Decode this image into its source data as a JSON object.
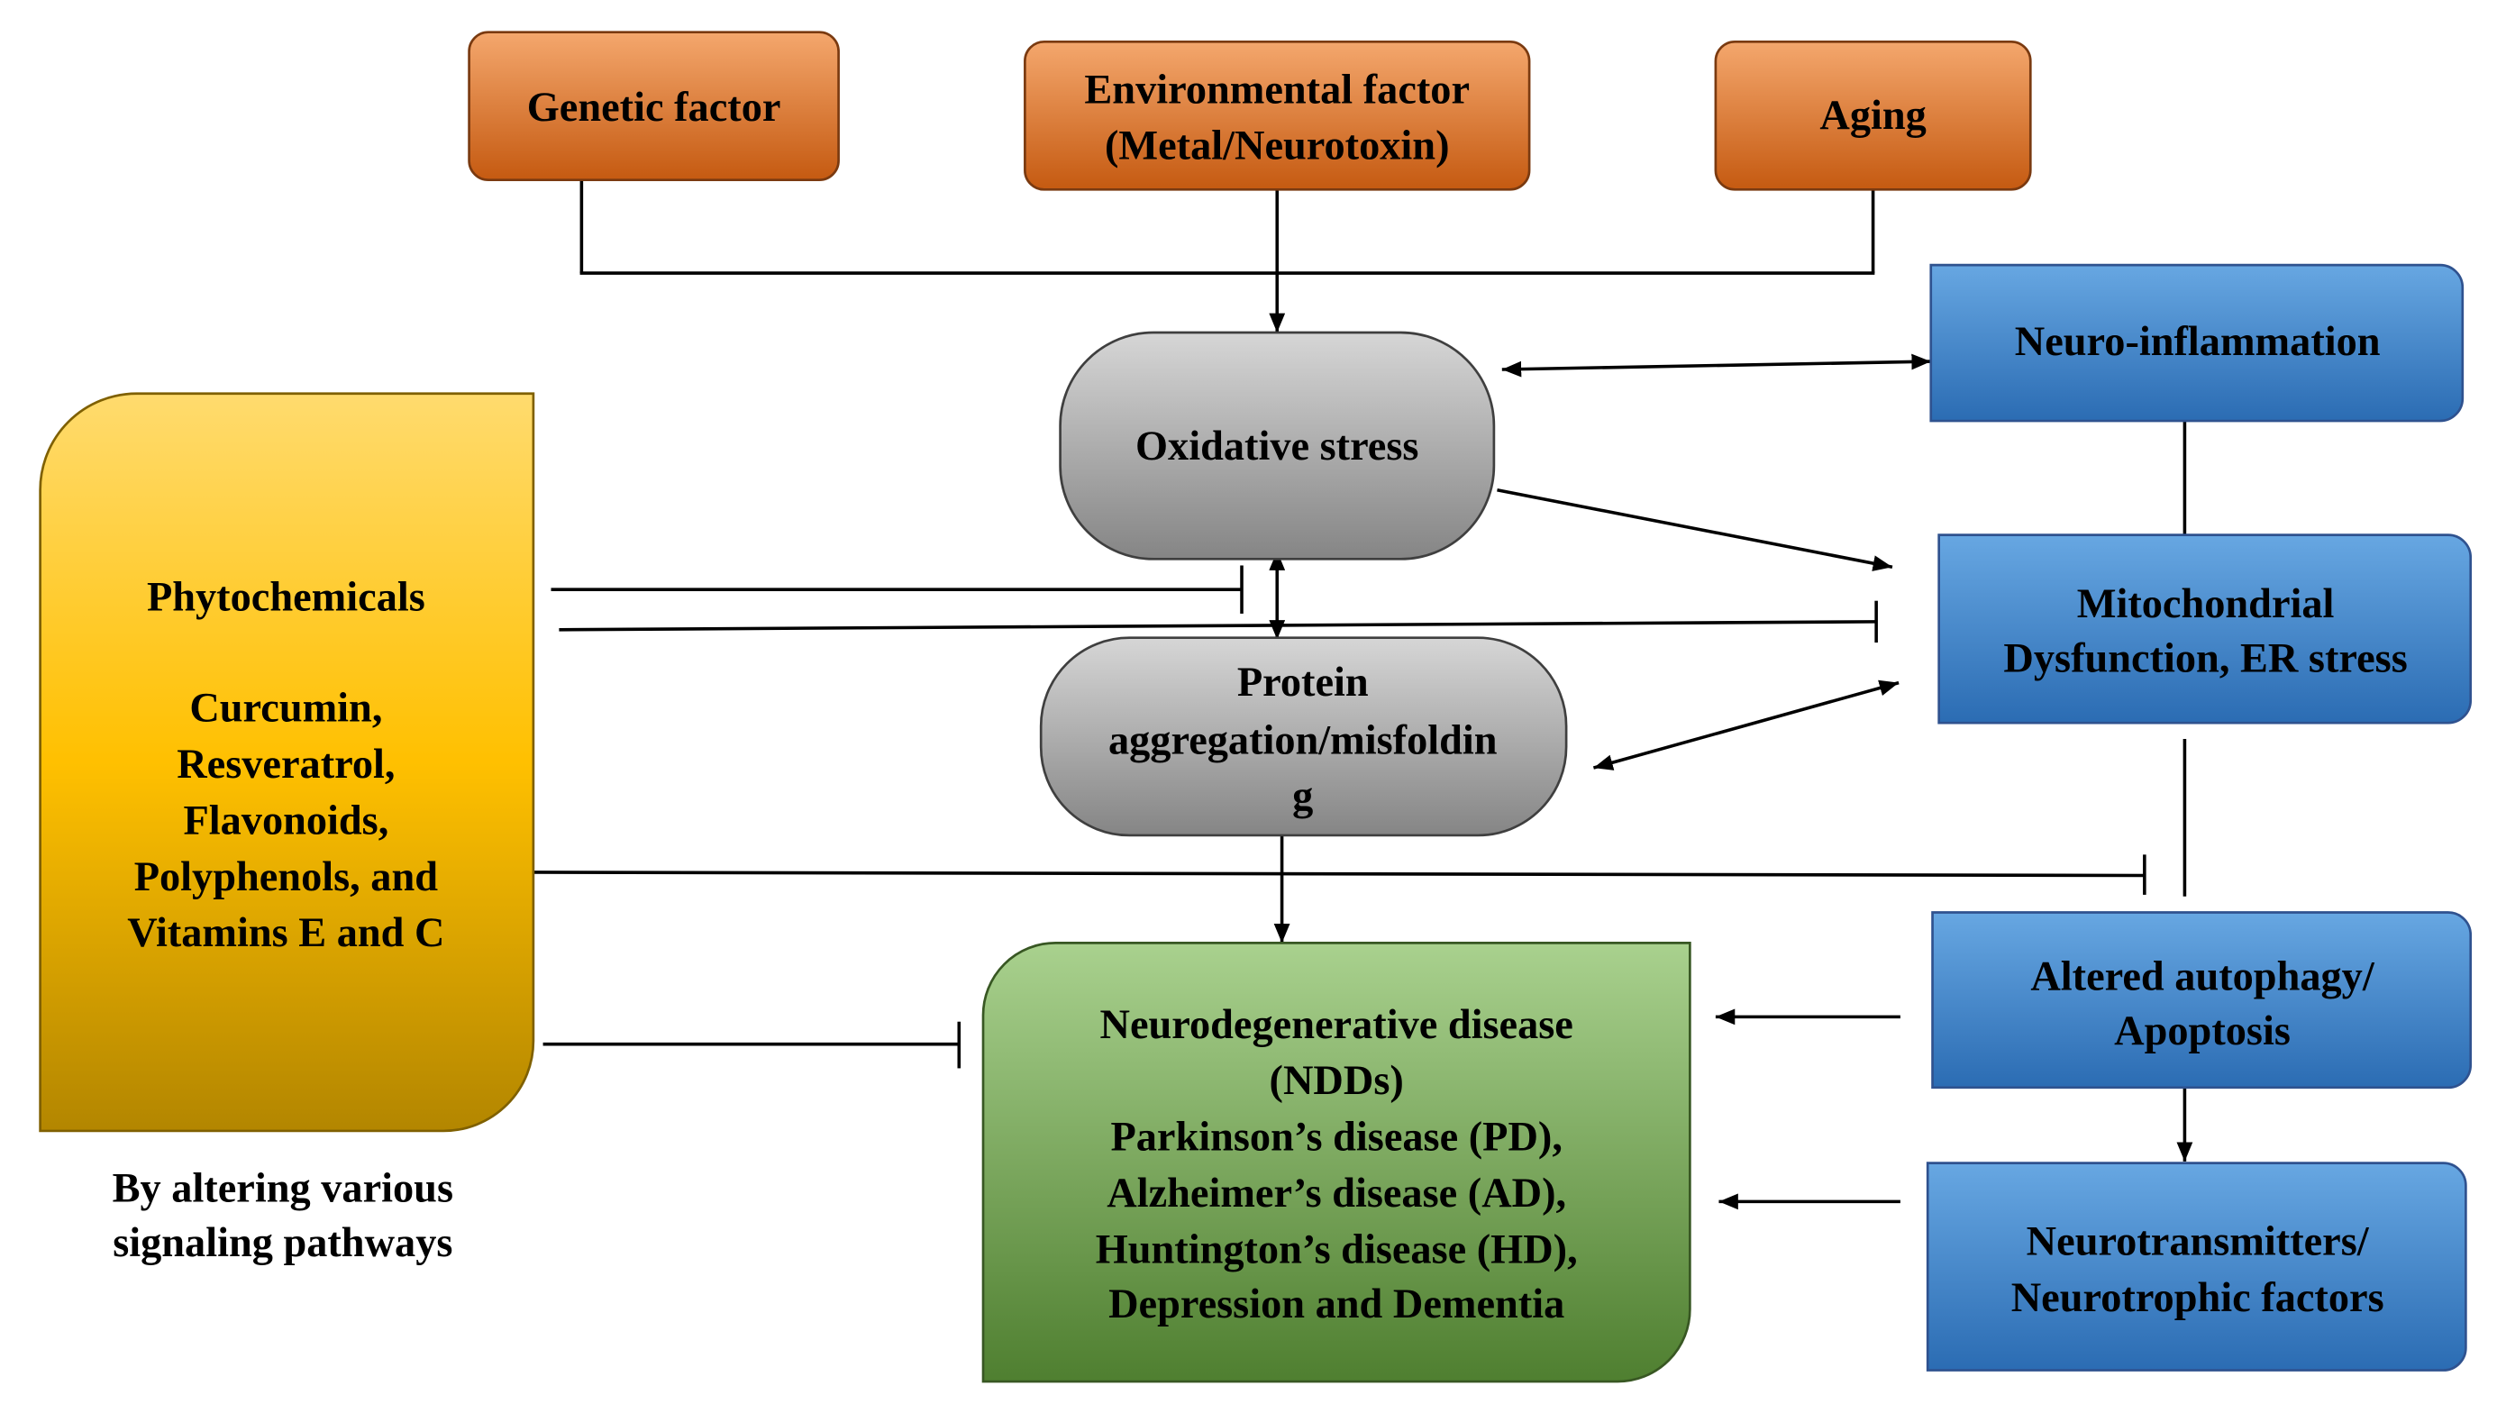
{
  "nodes": {
    "genetic_factor": {
      "lines": [
        "Genetic factor"
      ]
    },
    "environmental_factor": {
      "lines": [
        "Environmental factor",
        "(Metal/Neurotoxin)"
      ]
    },
    "aging": {
      "lines": [
        "Aging"
      ]
    },
    "oxidative_stress": {
      "lines": [
        "Oxidative stress"
      ]
    },
    "protein_aggregation": {
      "lines": [
        "Protein",
        "aggregation/misfoldin",
        "g"
      ]
    },
    "neuro_inflammation": {
      "lines": [
        "Neuro-inflammation"
      ]
    },
    "mitochondrial_dysfunction": {
      "lines": [
        "Mitochondrial",
        "Dysfunction, ER stress"
      ]
    },
    "phytochemicals": {
      "title": "Phytochemicals",
      "lines": [
        "Curcumin,",
        "Resveratrol,",
        "Flavonoids,",
        "Polyphenols, and",
        "Vitamins E and C"
      ]
    },
    "neurodegenerative_disease": {
      "lines": [
        "Neurodegenerative disease",
        "(NDDs)",
        "Parkinson’s disease (PD),",
        "Alzheimer’s disease (AD),",
        "Huntington’s disease (HD),",
        "Depression and Dementia"
      ]
    },
    "altered_autophagy": {
      "lines": [
        "Altered autophagy/",
        "Apoptosis"
      ]
    },
    "neurotransmitters": {
      "lines": [
        "Neurotransmitters/",
        "Neurotrophic factors"
      ]
    }
  },
  "caption": {
    "lines": [
      "By altering various",
      "signaling pathways"
    ]
  },
  "colors": {
    "orange": {
      "top": "#f4a76d",
      "bottom": "#c55a11",
      "border": "#7a3a10"
    },
    "gray": {
      "top": "#d6d6d6",
      "bottom": "#858585",
      "border": "#3f3f3f"
    },
    "blue": {
      "top": "#67a7e2",
      "bottom": "#2b6cb3",
      "border": "#2f528f"
    },
    "yellow": {
      "top": "#ffdb6e",
      "middle": "#ffc000",
      "bottom": "#b38600",
      "border": "#7f6000"
    },
    "green": {
      "top": "#a9d18e",
      "bottom": "#4f7f30",
      "border": "#385723"
    },
    "connector": "#000000"
  }
}
